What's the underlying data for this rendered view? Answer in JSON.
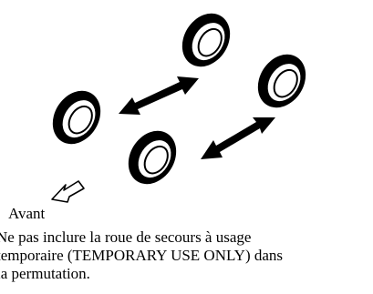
{
  "diagram": {
    "front_label": "Avant",
    "note_lines": [
      "Ne pas inclure la roue de secours à usage",
      "temporaire (TEMPORARY USE ONLY) dans",
      "la permutation."
    ]
  }
}
